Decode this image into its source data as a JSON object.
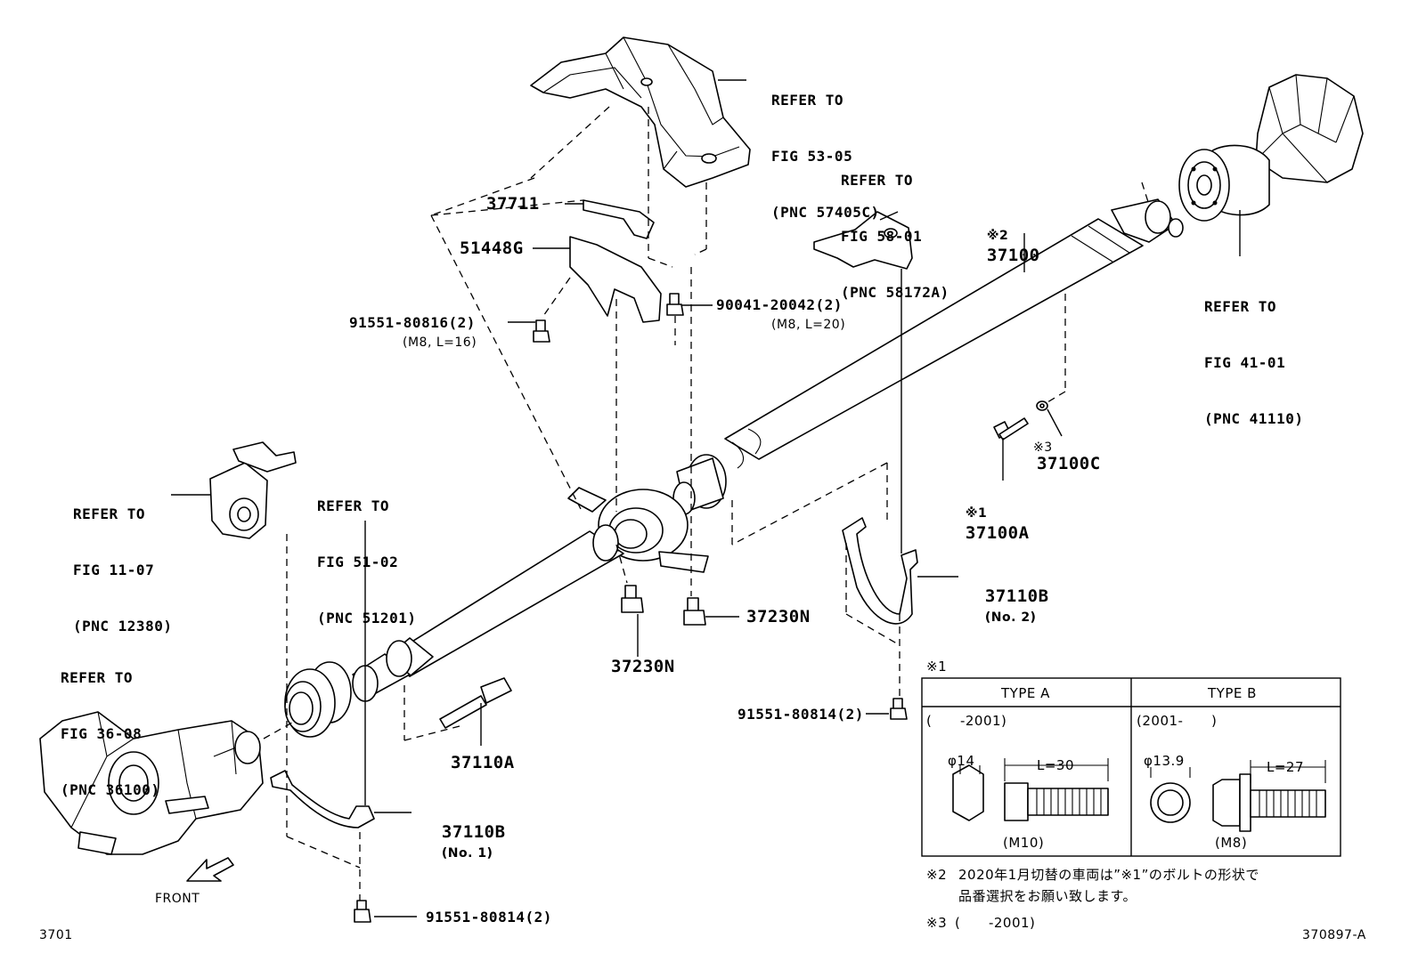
{
  "references": {
    "fig5305": [
      "REFER TO",
      "FIG 53-05",
      "(PNC 57405C)"
    ],
    "fig5801": [
      "REFER TO",
      "FIG 58-01",
      "(PNC 58172A)"
    ],
    "fig4101": [
      "REFER TO",
      "FIG 41-01",
      "(PNC 41110)"
    ],
    "fig1107": [
      "REFER TO",
      "FIG 11-07",
      "(PNC 12380)"
    ],
    "fig5102": [
      "REFER TO",
      "FIG 51-02",
      "(PNC 51201)"
    ],
    "fig3608": [
      "REFER TO",
      "FIG 36-08",
      "(PNC 36100)"
    ]
  },
  "parts": {
    "p37711": "37711",
    "p51448g": "51448G",
    "p91551_80816": "91551-80816(2)",
    "p91551_80816_spec": "(M8, L=16)",
    "p90041_20042": "90041-20042(2)",
    "p90041_20042_spec": "(M8, L=20)",
    "p37100_mark": "※2",
    "p37100": "37100",
    "p37100c_mark": "※3",
    "p37100c": "37100C",
    "p37100a_mark": "※1",
    "p37100a": "37100A",
    "p37110b_no2": "37110B",
    "p37110b_no2_suffix": "(No. 2)",
    "p37230n_right": "37230N",
    "p37230n_lower": "37230N",
    "p91551_80814_right": "91551-80814(2)",
    "p37110a": "37110A",
    "p37110b_no1": "37110B",
    "p37110b_no1_suffix": "(No. 1)",
    "p91551_80814_bottom": "91551-80814(2)"
  },
  "front_label": "FRONT",
  "table": {
    "mark": "※1",
    "type_a": {
      "header": "TYPE A",
      "period": "(      -2001)",
      "diameter": "φ14",
      "length": "L=30",
      "thread": "(M10)"
    },
    "type_b": {
      "header": "TYPE B",
      "period": "(2001-      )",
      "diameter": "φ13.9",
      "length": "L=27",
      "thread": "(M8)"
    }
  },
  "notes": {
    "note2_mark": "※2",
    "note2_line1": "2020年1月切替の車両は”※1”のボルトの形状で",
    "note2_line2": "品番選択をお願い致します。",
    "note3_mark": "※3",
    "note3_text": "(      -2001)"
  },
  "figure_no": "3701",
  "illustration_no": "370897-A"
}
